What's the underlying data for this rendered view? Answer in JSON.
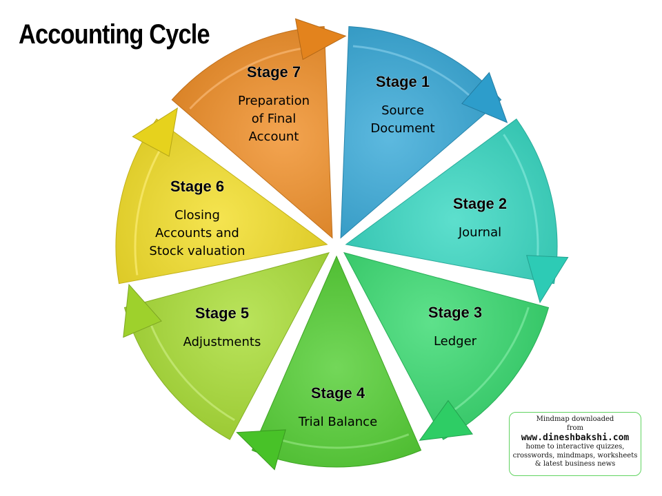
{
  "title": "Accounting Cycle",
  "stages": [
    {
      "heading": "Stage 1",
      "lines": [
        "Source",
        "Document"
      ],
      "color": "#2fa5d6"
    },
    {
      "heading": "Stage 2",
      "lines": [
        "Journal"
      ],
      "color": "#2fd6bf"
    },
    {
      "heading": "Stage 3",
      "lines": [
        "Ledger"
      ],
      "color": "#30d86a"
    },
    {
      "heading": "Stage 4",
      "lines": [
        "Trial Balance"
      ],
      "color": "#4ccc2a"
    },
    {
      "heading": "Stage 5",
      "lines": [
        "Adjustments"
      ],
      "color": "#a6dc2e"
    },
    {
      "heading": "Stage 6",
      "lines": [
        "Closing",
        "Accounts and",
        "Stock valuation"
      ],
      "color": "#f2dd1e"
    },
    {
      "heading": "Stage 7",
      "lines": [
        "Preparation",
        "of Final",
        "Account"
      ],
      "color": "#ef8a1f"
    }
  ],
  "credit": {
    "line1": "Mindmap downloaded",
    "line2": "from",
    "site": "www.dineshbakshi.com",
    "line3": "home to interactive quizzes,",
    "line4": "crosswords, mindmaps, worksheets",
    "line5": "& latest business news"
  }
}
